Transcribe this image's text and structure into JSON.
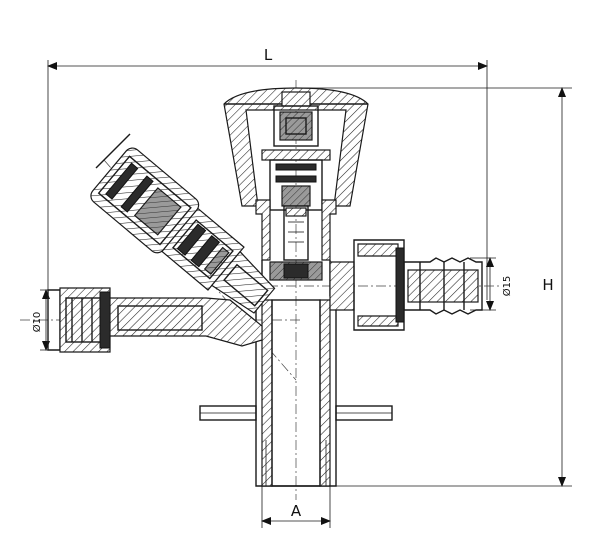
{
  "dimensions": {
    "length_label": "L",
    "height_label": "H",
    "connection_label": "A",
    "diameter_small": "Ø10",
    "diameter_large": "Ø15"
  }
}
